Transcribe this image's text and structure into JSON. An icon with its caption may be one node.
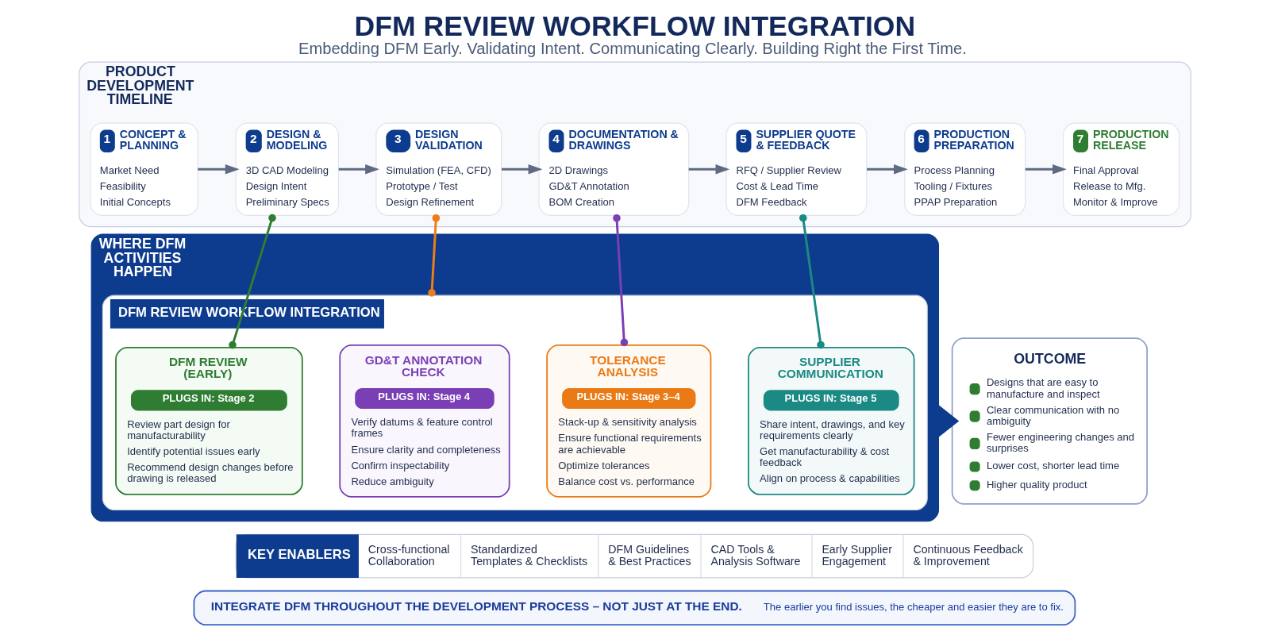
{
  "diagram": {
    "title": "DFM REVIEW WORKFLOW INTEGRATION",
    "caption": "Embedding DFM Early. Validating Intent. Communicating Clearly. Building Right the First Time.",
    "nodes": [
      {
        "text": [
          "PRODUCT DEVELOPMENT TIMELINE"
        ]
      },
      {
        "text": [
          "1",
          "CONCEPT & PLANNING",
          "Market Need",
          "Feasibility",
          "Initial Concepts"
        ],
        "in": 0
      },
      {
        "text": [
          "2",
          "DESIGN & MODELING",
          "3D CAD Modeling",
          "Design Intent",
          "Preliminary Specs"
        ],
        "in": 0
      },
      {
        "text": [
          "3",
          "DESIGN VALIDATION",
          "Simulation (FEA, CFD)",
          "Prototype / Test",
          "Design Refinement"
        ],
        "in": 0
      },
      {
        "text": [
          "4",
          "DOCUMENTATION & DRAWINGS",
          "2D Drawings",
          "GD&T Annotation",
          "BOM Creation"
        ],
        "in": 0
      },
      {
        "text": [
          "5",
          "SUPPLIER QUOTE & FEEDBACK",
          "RFQ / Supplier Review",
          "Cost & Lead Time",
          "DFM Feedback"
        ],
        "in": 0
      },
      {
        "text": [
          "6",
          "PRODUCTION PREPARATION",
          "Process Planning",
          "Tooling / Fixtures",
          "PPAP Preparation"
        ],
        "in": 0
      },
      {
        "text": [
          "7",
          "PRODUCTION RELEASE",
          "Final Approval",
          "Release to Mfg.",
          "Monitor & Improve"
        ],
        "in": 0
      },
      {
        "text": [
          "WHERE DFM ACTIVITIES HAPPEN"
        ]
      },
      {
        "text": [
          "DFM REVIEW WORKFLOW INTEGRATION"
        ],
        "in": 8
      },
      {
        "text": [
          "DFM REVIEW (EARLY)",
          "PLUGS IN: Stage 2",
          "Review part design for manufacturability",
          "Identify potential issues early",
          "Recommend design changes before drawing is released"
        ],
        "in": 9
      },
      {
        "text": [
          "GD&T ANNOTATION CHECK",
          "PLUGS IN: Stage 4",
          "Verify datums & feature control frames",
          "Ensure clarity and completeness",
          "Confirm inspectability",
          "Reduce ambiguity"
        ],
        "in": 9
      },
      {
        "text": [
          "TOLERANCE ANALYSIS",
          "PLUGS IN: Stage 3–4",
          "Stack-up & sensitivity analysis",
          "Ensure functional requirements are achievable",
          "Optimize tolerances",
          "Balance cost vs. performance"
        ],
        "in": 9
      },
      {
        "text": [
          "SUPPLIER COMMUNICATION",
          "PLUGS IN: Stage 5",
          "Share intent, drawings, and key requirements clearly",
          "Get manufacturability & cost feedback",
          "Align on process & capabilities"
        ],
        "in": 9
      },
      {
        "text": [
          "OUTCOME",
          "Designs that are easy to manufacture and inspect",
          "Clear communication with no ambiguity",
          "Fewer engineering changes and surprises",
          "Lower cost, shorter lead time",
          "Higher quality product"
        ]
      },
      {
        "text": [
          "KEY ENABLERS",
          "Cross-functional Collaboration",
          "Standardized Templates & Checklists",
          "DFM Guidelines & Best Practices",
          "CAD Tools & Analysis Software",
          "Early Supplier Engagement",
          "Continuous Feedback & Improvement"
        ]
      },
      {
        "text": [
          "INTEGRATE DFM THROUGHOUT THE DEVELOPMENT PROCESS – NOT JUST AT THE END.",
          "The earlier you find issues, the cheaper and easier they are to fix."
        ]
      }
    ],
    "edges": [
      {
        "from": 1,
        "to": 2,
        "arrow": "to"
      },
      {
        "from": 2,
        "to": 3,
        "arrow": "to"
      },
      {
        "from": 3,
        "to": 4,
        "arrow": "to"
      },
      {
        "from": 4,
        "to": 5,
        "arrow": "to"
      },
      {
        "from": 5,
        "to": 6,
        "arrow": "to"
      },
      {
        "from": 6,
        "to": 7,
        "arrow": "to"
      },
      {
        "from": 2,
        "to": 10,
        "arrow": "other",
        "color": "#2e7d32"
      },
      {
        "from": 3,
        "to": 9,
        "arrow": "other",
        "color": "#ef7d1a"
      },
      {
        "from": 4,
        "to": 12,
        "arrow": "other",
        "color": "#7b3fb5"
      },
      {
        "from": 5,
        "to": 13,
        "arrow": "other",
        "color": "#1b8a84"
      },
      {
        "from": 8,
        "to": 14,
        "arrow": "to",
        "style": "thick",
        "color": "#0d3b8e"
      }
    ]
  }
}
